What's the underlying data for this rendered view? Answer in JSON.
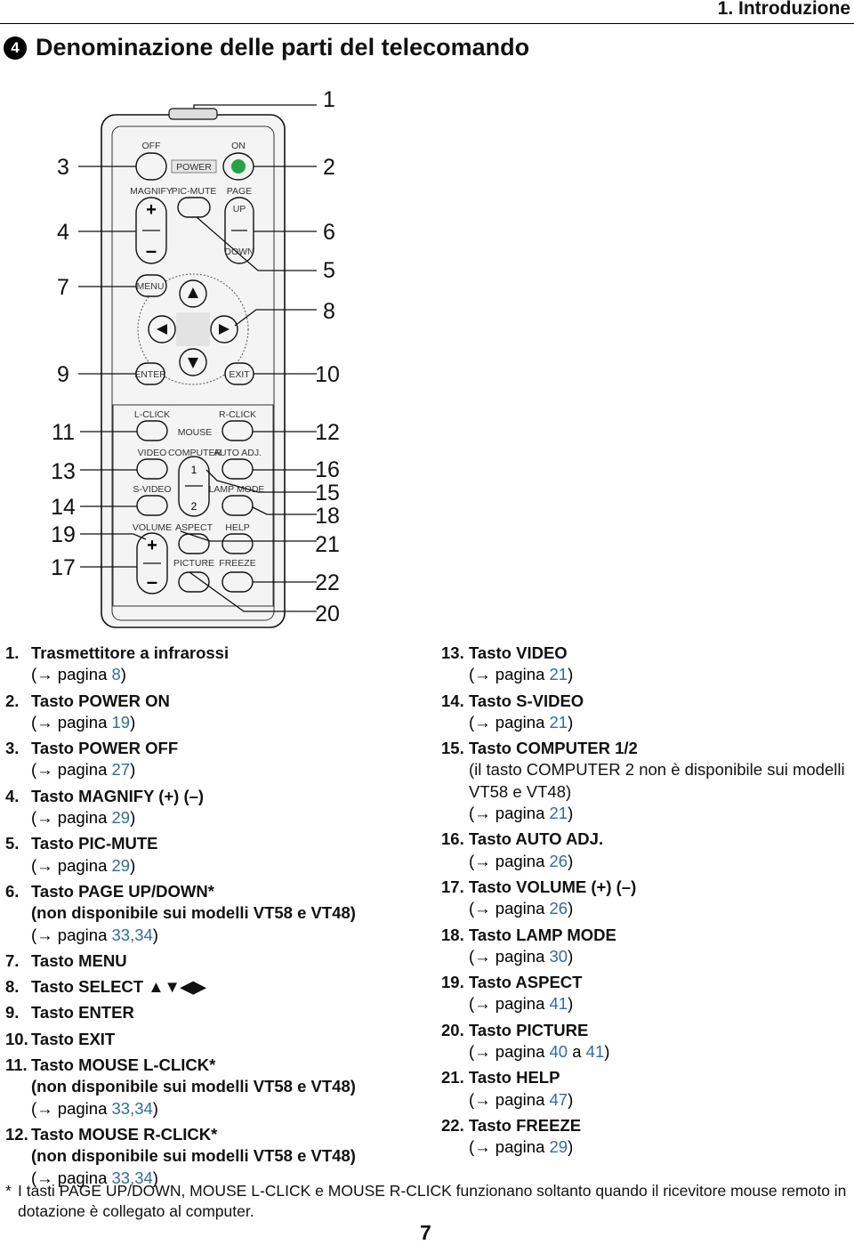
{
  "header": {
    "chapter": "1. Introduzione",
    "section_number": "4",
    "title": "Denominazione delle parti del telecomando"
  },
  "remote": {
    "labels": {
      "off": "OFF",
      "on": "ON",
      "power": "POWER",
      "magnify": "MAGNIFY",
      "pic_mute": "PIC-MUTE",
      "page": "PAGE",
      "up": "UP",
      "down": "DOWN",
      "plus": "+",
      "minus": "–",
      "menu": "MENU",
      "enter": "ENTER",
      "exit": "EXIT",
      "l_click": "L-CLICK",
      "r_click": "R-CLICK",
      "mouse": "MOUSE",
      "video": "VIDEO",
      "computer": "COMPUTER",
      "auto_adj": "AUTO ADJ.",
      "one": "1",
      "two": "2",
      "s_video": "S-VIDEO",
      "lamp_mode": "LAMP MODE",
      "volume": "VOLUME",
      "aspect": "ASPECT",
      "help": "HELP",
      "picture": "PICTURE",
      "freeze": "FREEZE"
    },
    "callouts": {
      "c1": "1",
      "c2": "2",
      "c3": "3",
      "c4": "4",
      "c5": "5",
      "c6": "6",
      "c7": "7",
      "c8": "8",
      "c9": "9",
      "c10": "10",
      "c11": "11",
      "c12": "12",
      "c13": "13",
      "c14": "14",
      "c15": "15",
      "c16": "16",
      "c17": "17",
      "c18": "18",
      "c19": "19",
      "c20": "20",
      "c21": "21",
      "c22": "22"
    }
  },
  "parts_left": [
    {
      "num": "1.",
      "name": "Trasmettitore a infrarossi",
      "pages": "8"
    },
    {
      "num": "2.",
      "name": "Tasto POWER ON",
      "pages": "19"
    },
    {
      "num": "3.",
      "name": "Tasto POWER OFF",
      "pages": "27"
    },
    {
      "num": "4.",
      "name": "Tasto MAGNIFY (+) (–)",
      "pages": "29"
    },
    {
      "num": "5.",
      "name": "Tasto PIC-MUTE",
      "pages": "29"
    },
    {
      "num": "6.",
      "name": "Tasto PAGE UP/DOWN*",
      "note": "(non disponibile sui modelli VT58 e VT48)",
      "pages": "33,34"
    },
    {
      "num": "7.",
      "name": "Tasto MENU"
    },
    {
      "num": "8.",
      "name": "Tasto SELECT ▲▼◀▶"
    },
    {
      "num": "9.",
      "name": "Tasto ENTER"
    },
    {
      "num": "10.",
      "name": "Tasto EXIT"
    },
    {
      "num": "11.",
      "name": "Tasto MOUSE L-CLICK*",
      "note": "(non disponibile sui modelli VT58 e VT48)",
      "pages": "33,34"
    },
    {
      "num": "12.",
      "name": "Tasto MOUSE R-CLICK*",
      "note": "(non disponibile sui modelli VT58 e VT48)",
      "pages": "33,34"
    }
  ],
  "parts_right": [
    {
      "num": "13.",
      "name": "Tasto VIDEO",
      "pages": "21"
    },
    {
      "num": "14.",
      "name": "Tasto S-VIDEO",
      "pages": "21"
    },
    {
      "num": "15.",
      "name": "Tasto COMPUTER 1/2",
      "note": "(il tasto COMPUTER 2 non è disponibile sui modelli VT58 e VT48)",
      "pages": "21"
    },
    {
      "num": "16.",
      "name": "Tasto AUTO ADJ.",
      "pages": "26"
    },
    {
      "num": "17.",
      "name": "Tasto VOLUME (+) (–)",
      "pages": " 26"
    },
    {
      "num": "18.",
      "name": "Tasto LAMP MODE",
      "pages": "30"
    },
    {
      "num": "19.",
      "name": "Tasto ASPECT",
      "pages": "41"
    },
    {
      "num": "20.",
      "name": "Tasto PICTURE",
      "pages": "40",
      "pages_sep": "a",
      "pages_to": "41"
    },
    {
      "num": "21.",
      "name": "Tasto HELP",
      "pages": "47"
    },
    {
      "num": "22.",
      "name": "Tasto FREEZE",
      "pages": "29"
    }
  ],
  "ref_prefix": "(→ pagina",
  "ref_suffix": ")",
  "footnote": {
    "star": "*",
    "text": "I tasti PAGE UP/DOWN, MOUSE L-CLICK e MOUSE R-CLICK funzionano soltanto quando il ricevitore mouse remoto in dotazione è collegato al computer."
  },
  "page_number": "7"
}
